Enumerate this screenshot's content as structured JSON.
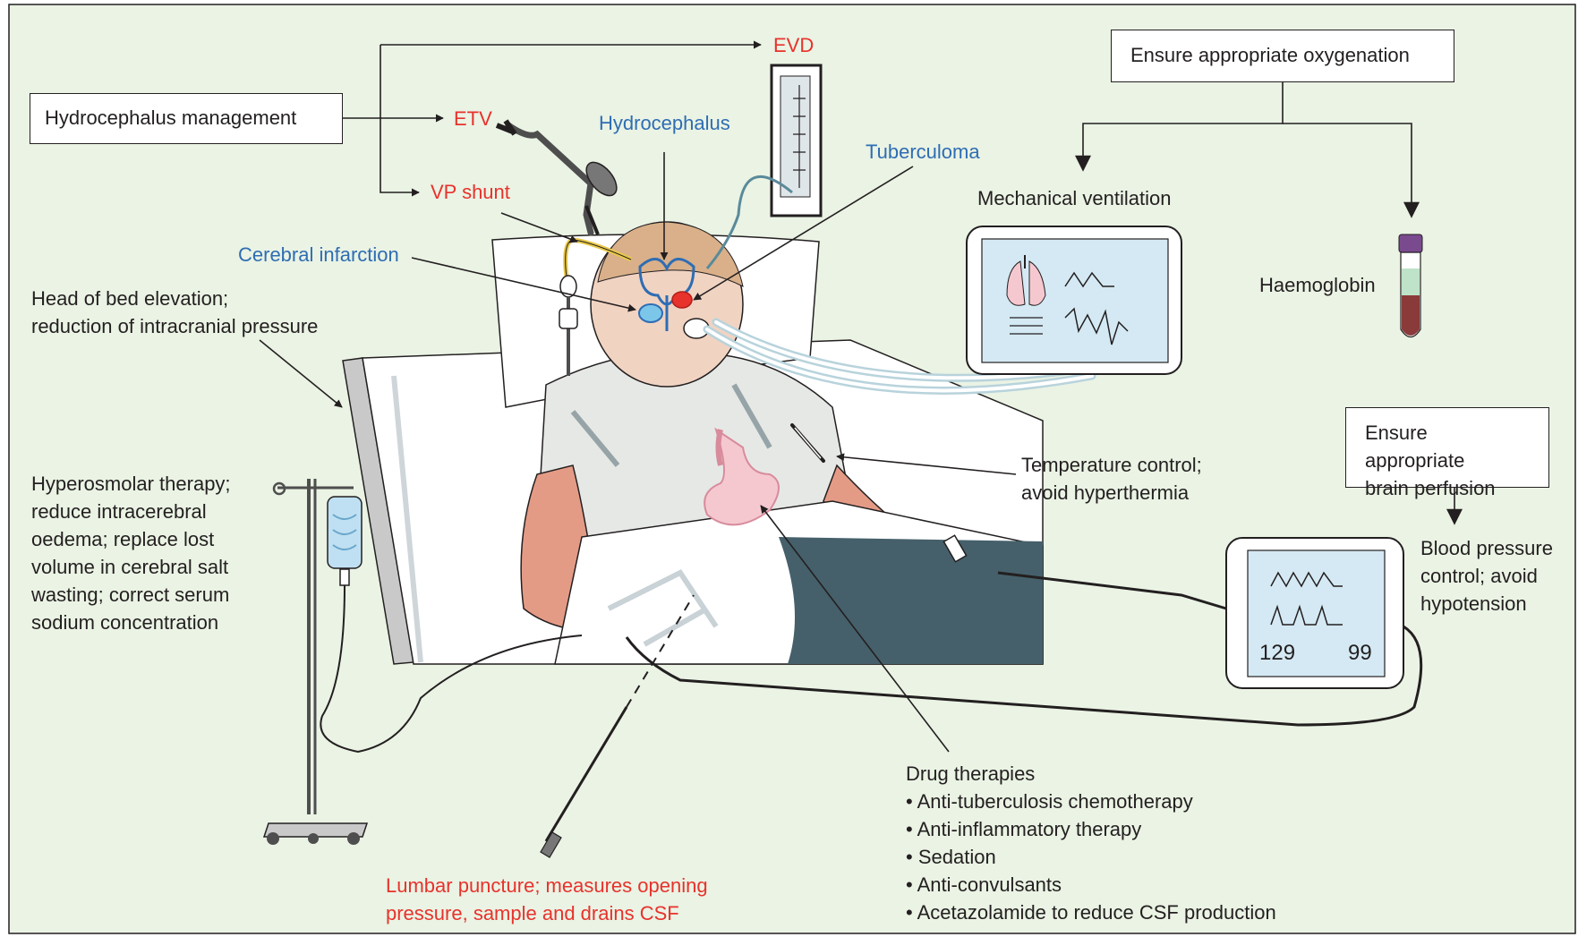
{
  "colors": {
    "background": "#eaf3e4",
    "label_red": "#e8322c",
    "label_blue": "#2e6db3",
    "text": "#231f20",
    "blanket_dark": "#45606a",
    "skin": "#e49b86",
    "monitor_screen": "#d4e9f3"
  },
  "boxes": {
    "hydrocephalus_management": "Hydrocephalus management",
    "oxygenation": "Ensure appropriate oxygenation",
    "brain_perfusion": [
      "Ensure appropriate",
      "brain perfusion"
    ]
  },
  "labels": {
    "evd": "EVD",
    "etv": "ETV",
    "vp_shunt": "VP shunt",
    "hydrocephalus": "Hydrocephalus",
    "tuberculoma": "Tuberculoma",
    "cerebral_infarction": "Cerebral infarction",
    "head_of_bed": [
      "Head of bed elevation;",
      "reduction of intracranial pressure"
    ],
    "hyperosmolar": [
      "Hyperosmolar therapy;",
      "reduce intracerebral",
      "oedema; replace lost",
      "volume in cerebral salt",
      "wasting; correct serum",
      "sodium concentration"
    ],
    "mechanical_ventilation": "Mechanical ventilation",
    "haemoglobin": "Haemoglobin",
    "temperature": [
      "Temperature control;",
      "avoid hyperthermia"
    ],
    "blood_pressure": [
      "Blood pressure",
      "control; avoid",
      "hypotension"
    ],
    "lumbar_puncture": [
      "Lumbar puncture; measures opening",
      "pressure, sample and drains CSF"
    ],
    "drug_therapies_title": "Drug therapies",
    "drug_therapies_items": [
      "Anti-tuberculosis chemotherapy",
      "Anti-inflammatory therapy",
      "Sedation",
      "Anti-convulsants",
      "Acetazolamide to reduce CSF production"
    ]
  },
  "bp_monitor": {
    "left_value": "129",
    "right_value": "99"
  }
}
